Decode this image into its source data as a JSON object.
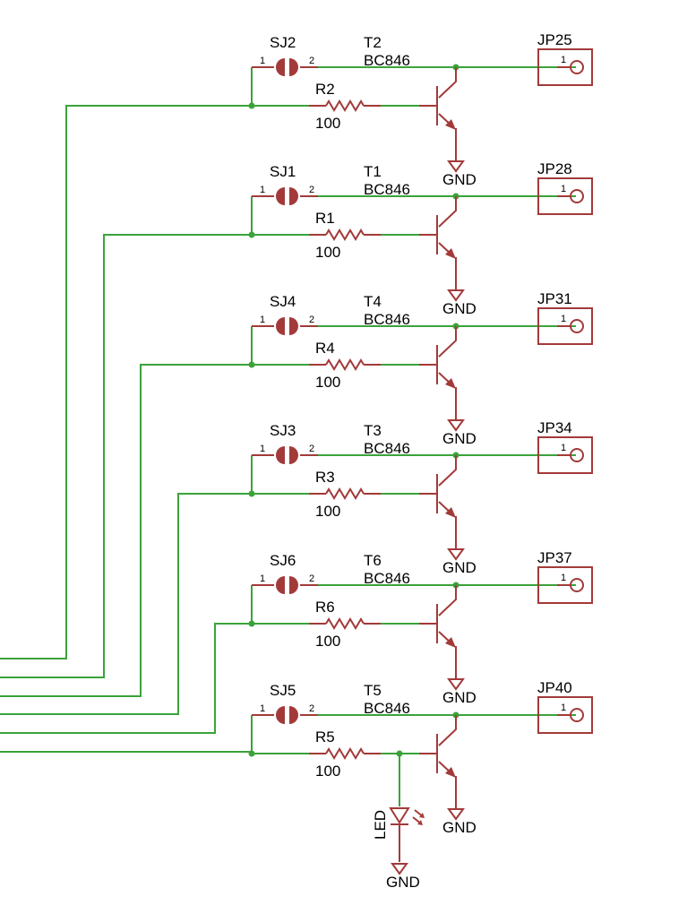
{
  "stages": [
    {
      "jumper": "SJ2",
      "transistor": "T2",
      "transistor_type": "BC846",
      "resistor": "R2",
      "resistor_value": "100",
      "connector": "JP25",
      "gnd": "GND",
      "pin1": "1",
      "pin2": "2",
      "jp_pin": "1"
    },
    {
      "jumper": "SJ1",
      "transistor": "T1",
      "transistor_type": "BC846",
      "resistor": "R1",
      "resistor_value": "100",
      "connector": "JP28",
      "gnd": "GND",
      "pin1": "1",
      "pin2": "2",
      "jp_pin": "1"
    },
    {
      "jumper": "SJ4",
      "transistor": "T4",
      "transistor_type": "BC846",
      "resistor": "R4",
      "resistor_value": "100",
      "connector": "JP31",
      "gnd": "GND",
      "pin1": "1",
      "pin2": "2",
      "jp_pin": "1"
    },
    {
      "jumper": "SJ3",
      "transistor": "T3",
      "transistor_type": "BC846",
      "resistor": "R3",
      "resistor_value": "100",
      "connector": "JP34",
      "gnd": "GND",
      "pin1": "1",
      "pin2": "2",
      "jp_pin": "1"
    },
    {
      "jumper": "SJ6",
      "transistor": "T6",
      "transistor_type": "BC846",
      "resistor": "R6",
      "resistor_value": "100",
      "connector": "JP37",
      "gnd": "GND",
      "pin1": "1",
      "pin2": "2",
      "jp_pin": "1"
    },
    {
      "jumper": "SJ5",
      "transistor": "T5",
      "transistor_type": "BC846",
      "resistor": "R5",
      "resistor_value": "100",
      "connector": "JP40",
      "gnd": "GND",
      "pin1": "1",
      "pin2": "2",
      "jp_pin": "1"
    }
  ],
  "led": {
    "label": "LED",
    "gnd": "GND"
  },
  "colors": {
    "wire": "#3aa33a",
    "component": "#a33a3a",
    "background": "#ffffff"
  }
}
